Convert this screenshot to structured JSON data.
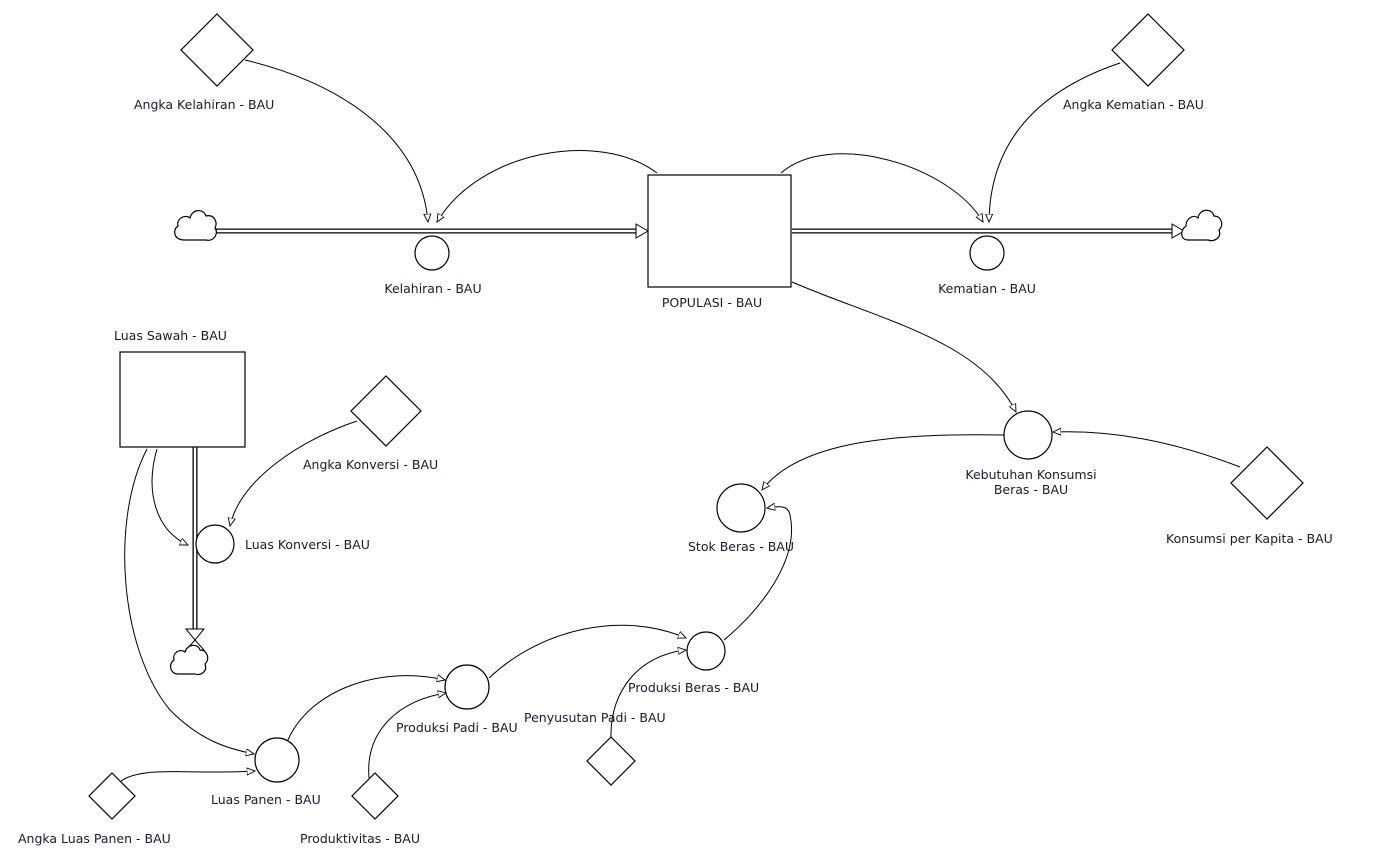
{
  "diagram": {
    "type": "stock-and-flow",
    "stocks": [
      {
        "id": "populasi",
        "label": "POPULASI - BAU"
      },
      {
        "id": "luas_sawah",
        "label": "Luas Sawah - BAU"
      }
    ],
    "flows": [
      {
        "id": "kelahiran",
        "label": "Kelahiran - BAU",
        "from": "cloud",
        "to": "populasi"
      },
      {
        "id": "kematian",
        "label": "Kematian - BAU",
        "from": "populasi",
        "to": "cloud"
      },
      {
        "id": "luas_konversi",
        "label": "Luas Konversi - BAU",
        "from": "luas_sawah",
        "to": "cloud"
      }
    ],
    "converters": [
      {
        "id": "luas_panen",
        "label": "Luas Panen - BAU"
      },
      {
        "id": "produksi_padi",
        "label": "Produksi Padi - BAU"
      },
      {
        "id": "produksi_beras",
        "label": "Produksi Beras - BAU"
      },
      {
        "id": "stok_beras",
        "label": "Stok Beras - BAU"
      },
      {
        "id": "kebutuhan",
        "label_line1": "Kebutuhan Konsumsi",
        "label_line2": "Beras - BAU"
      }
    ],
    "constants": [
      {
        "id": "angka_kelahiran",
        "label": "Angka Kelahiran - BAU"
      },
      {
        "id": "angka_kematian",
        "label": "Angka Kematian - BAU"
      },
      {
        "id": "angka_konversi",
        "label": "Angka Konversi - BAU"
      },
      {
        "id": "konsumsi_per_kapita",
        "label": "Konsumsi per Kapita - BAU"
      },
      {
        "id": "angka_luas_panen",
        "label": "Angka Luas Panen - BAU"
      },
      {
        "id": "produktivitas",
        "label": "Produktivitas - BAU"
      },
      {
        "id": "penyusutan_padi",
        "label": "Penyusutan Padi - BAU"
      }
    ],
    "connectors": [
      {
        "from": "angka_kelahiran",
        "to": "kelahiran"
      },
      {
        "from": "populasi",
        "to": "kelahiran"
      },
      {
        "from": "populasi",
        "to": "kematian"
      },
      {
        "from": "angka_kematian",
        "to": "kematian"
      },
      {
        "from": "populasi",
        "to": "kebutuhan"
      },
      {
        "from": "konsumsi_per_kapita",
        "to": "kebutuhan"
      },
      {
        "from": "kebutuhan",
        "to": "stok_beras"
      },
      {
        "from": "produksi_beras",
        "to": "stok_beras"
      },
      {
        "from": "produksi_padi",
        "to": "produksi_beras"
      },
      {
        "from": "penyusutan_padi",
        "to": "produksi_beras"
      },
      {
        "from": "luas_panen",
        "to": "produksi_padi"
      },
      {
        "from": "produktivitas",
        "to": "produksi_padi"
      },
      {
        "from": "luas_sawah",
        "to": "luas_panen"
      },
      {
        "from": "angka_luas_panen",
        "to": "luas_panen"
      },
      {
        "from": "luas_sawah",
        "to": "luas_konversi"
      },
      {
        "from": "angka_konversi",
        "to": "luas_konversi"
      }
    ]
  }
}
